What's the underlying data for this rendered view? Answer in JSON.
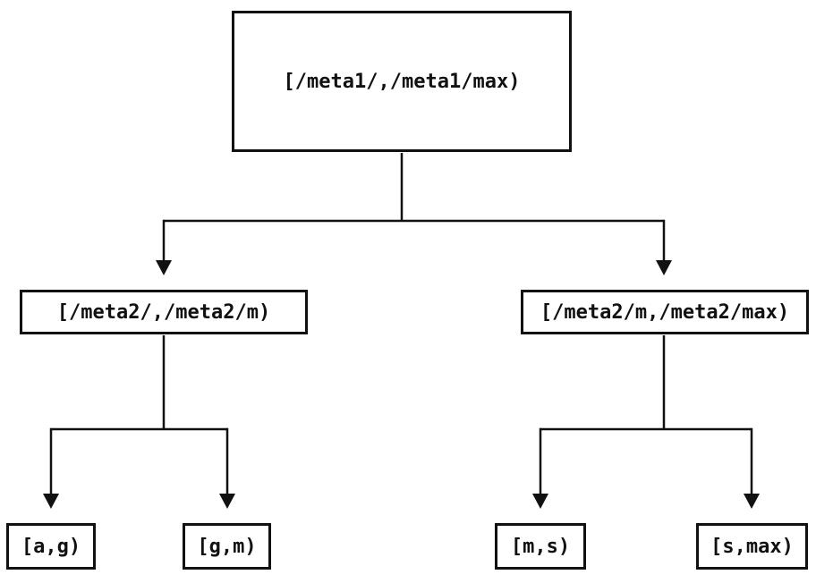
{
  "diagram": {
    "type": "tree",
    "nodes": {
      "root": {
        "label": "[/meta1/,/meta1/max)"
      },
      "meta2_low": {
        "label": "[/meta2/,/meta2/m)"
      },
      "meta2_high": {
        "label": "[/meta2/m,/meta2/max)"
      },
      "leaf_ag": {
        "label": "[a,g)"
      },
      "leaf_gm": {
        "label": "[g,m)"
      },
      "leaf_ms": {
        "label": "[m,s)"
      },
      "leaf_smax": {
        "label": "[s,max)"
      }
    },
    "edges": [
      {
        "from": "root",
        "to": "meta2_low"
      },
      {
        "from": "root",
        "to": "meta2_high"
      },
      {
        "from": "meta2_low",
        "to": "leaf_ag"
      },
      {
        "from": "meta2_low",
        "to": "leaf_gm"
      },
      {
        "from": "meta2_high",
        "to": "leaf_ms"
      },
      {
        "from": "meta2_high",
        "to": "leaf_smax"
      }
    ],
    "colors": {
      "line": "#111111",
      "box_border": "#111111",
      "text": "#111111",
      "background": "#ffffff"
    }
  }
}
